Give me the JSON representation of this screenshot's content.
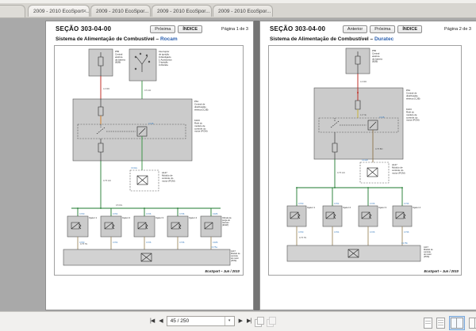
{
  "browser": {
    "tabs": [
      {
        "label": "2009 - 2010 EcoSport-...",
        "close_glyph": "×"
      },
      {
        "label": "2009 - 2010 EcoSpor..."
      },
      {
        "label": "2009 - 2010 EcoSpor..."
      },
      {
        "label": "2009 - 2010 EcoSpor..."
      }
    ]
  },
  "toolbar": {
    "first_glyph": "|◀",
    "prev_glyph": "◀",
    "page_input": "45 / 250",
    "next_glyph": "▶",
    "last_glyph": "▶|"
  },
  "colors": {
    "link_blue": "#2a5faf",
    "connector_blue": "#3f7fbf",
    "wire_red": "#c03028",
    "wire_orange": "#d97e21",
    "wire_yellow": "#c9b32b",
    "wire_green": "#2f8f3a",
    "wire_dark_green": "#1d7a2e",
    "wire_tan": "#9e8b60",
    "wire_brown": "#8d734a"
  },
  "pages": [
    {
      "title": "SEÇÃO 303-04-00",
      "buttons": {
        "next": "Próxima",
        "index": "ÍNDICE"
      },
      "page_indicator": "Página 1 de 3",
      "subtitle": "Sistema de Alimentação de Combustível –",
      "variant": "Rocam",
      "footer": "EcoSport – Jun / 2010",
      "diagram": {
        "battery": "P55\nCentral\nelétrica\nda bateria\n(BJB)",
        "ignition": "Interruptor\nde ignição\n0-Desligado\n1-Acessórios\n2-Ignição\n3-Partida",
        "cjb": "P61\nCentral de\ndistribuição\nelétrica (CJB)",
        "relay": "K163\nRelé do\nmódulo de\ncontrole do\nmotor (PCM)",
        "relay_conn": "C138",
        "pcm_conn": "C132a",
        "pcm": "A147\nMódulo de\ncontrole do\nmotor (PCM)",
        "pcm_bottom": "A147\nMódulo de\ncontrole\ndo motor\n(PCM)",
        "pcm_bottom_conn": "C175a",
        "wire_labels": {
          "battery": "4.0 RD",
          "ignition": "0.5 GN",
          "pump": "0.75 GN",
          "bus": "0.5 DG",
          "return": "0.75 TN"
        },
        "loads": [
          {
            "conn": "C700",
            "label": "Injetor 1"
          },
          {
            "conn": "C704",
            "label": "Injetor 2"
          },
          {
            "conn": "C726",
            "label": "Injetor 3"
          },
          {
            "conn": "C736",
            "label": "Injetor 4"
          },
          {
            "conn": "C186",
            "label": "Válvula de\npurga do\ncânister\n(EVAP)"
          }
        ]
      }
    },
    {
      "title": "SEÇÃO 303-04-00",
      "buttons": {
        "prev": "Anterior",
        "next": "Próxima",
        "index": "ÍNDICE"
      },
      "page_indicator": "Página 2 de 3",
      "subtitle": "Sistema de Alimentação de Combustível –",
      "variant": "Duratec",
      "footer": "EcoSport – Jun / 2010",
      "diagram": {
        "battery": "P55\nCentral\nelétrica\nda bateria\n(BJB)",
        "cjb": "P61\nCentral de\ndistribuição\nelétrica (CJB)",
        "relay": "K163\nRelé do\nmódulo de\ncontrole do\nmotor (PCM)",
        "relay_conn": "C138",
        "pcm_conn": "C132b",
        "pcm": "A147\nMódulo de\ncontrole do\nmotor (PCM)",
        "pcm_bottom": "A147\nMódulo de\ncontrole\ndo motor\n(PCM)",
        "pcm_bottom_conn": "C175b",
        "wire_labels": {
          "battery": "4.0 RD",
          "ignition": "1.0 YE",
          "pump": "0.75 GN",
          "pcm": "0.75 BN",
          "return": "0.75 TN"
        },
        "loads": [
          {
            "conn": "C700",
            "label": "Injetor 1"
          },
          {
            "conn": "C704",
            "label": "Injetor 2"
          },
          {
            "conn": "C726",
            "label": "Injetor 3"
          },
          {
            "conn": "C736",
            "label": "Injetor 4"
          }
        ]
      }
    }
  ]
}
